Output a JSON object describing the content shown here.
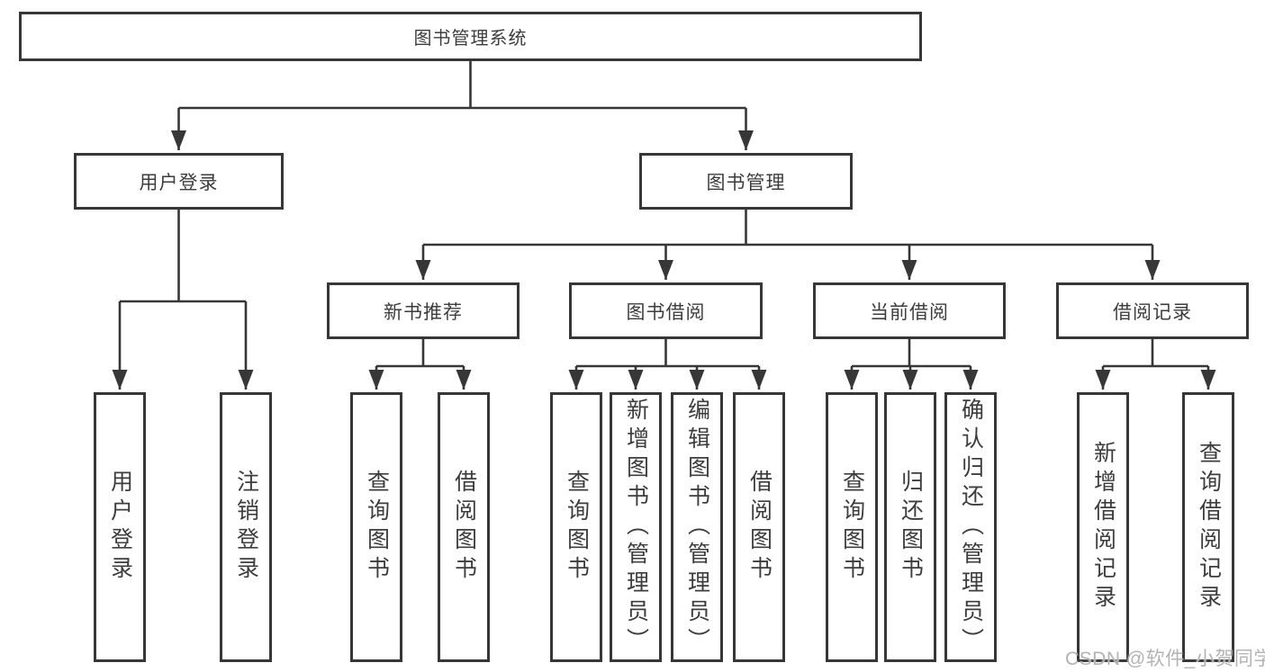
{
  "diagram": {
    "root": {
      "label": "图书管理系统"
    },
    "level2": [
      {
        "id": "user-login",
        "label": "用户登录"
      },
      {
        "id": "book-management",
        "label": "图书管理"
      }
    ],
    "level3": [
      {
        "id": "new-book-recommend",
        "label": "新书推荐",
        "parent": "图书管理"
      },
      {
        "id": "book-borrow",
        "label": "图书借阅",
        "parent": "图书管理"
      },
      {
        "id": "current-borrow",
        "label": "当前借阅",
        "parent": "图书管理"
      },
      {
        "id": "borrow-records",
        "label": "借阅记录",
        "parent": "图书管理"
      }
    ],
    "leaves": [
      {
        "group": "用户登录",
        "label": "用户登录"
      },
      {
        "group": "用户登录",
        "label": "注销登录"
      },
      {
        "group": "新书推荐",
        "label": "查询图书"
      },
      {
        "group": "新书推荐",
        "label": "借阅图书"
      },
      {
        "group": "图书借阅",
        "label": "查询图书"
      },
      {
        "group": "图书借阅",
        "label": "新增图书（管理员）"
      },
      {
        "group": "图书借阅",
        "label": "编辑图书（管理员）"
      },
      {
        "group": "图书借阅",
        "label": "借阅图书"
      },
      {
        "group": "当前借阅",
        "label": "查询图书"
      },
      {
        "group": "当前借阅",
        "label": "归还图书"
      },
      {
        "group": "当前借阅",
        "label": "确认归还（管理员）"
      },
      {
        "group": "借阅记录",
        "label": "新增借阅记录"
      },
      {
        "group": "借阅记录",
        "label": "查询借阅记录"
      }
    ]
  },
  "watermark": {
    "text": "CSDN @软件_小贺同学"
  },
  "colors": {
    "border": "#373737",
    "text": "#3d3d3d",
    "background": "#ffffff",
    "watermark": "#b3b3b3"
  }
}
